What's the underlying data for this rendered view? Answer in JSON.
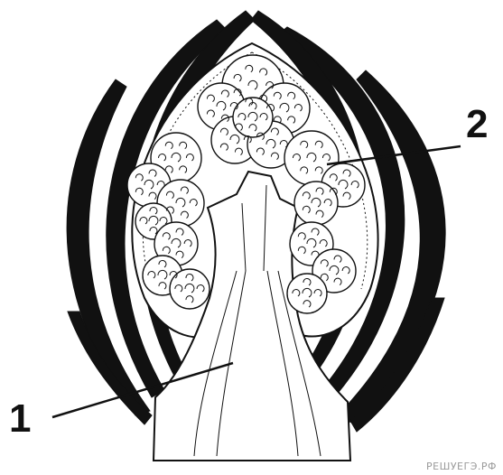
{
  "labels": [
    {
      "id": "1",
      "text": "1"
    },
    {
      "id": "2",
      "text": "2"
    }
  ],
  "watermark": "РЕШУЕГЭ.РФ",
  "colors": {
    "ink": "#111111",
    "paper": "#ffffff",
    "watermark": "#9a9a9a"
  }
}
